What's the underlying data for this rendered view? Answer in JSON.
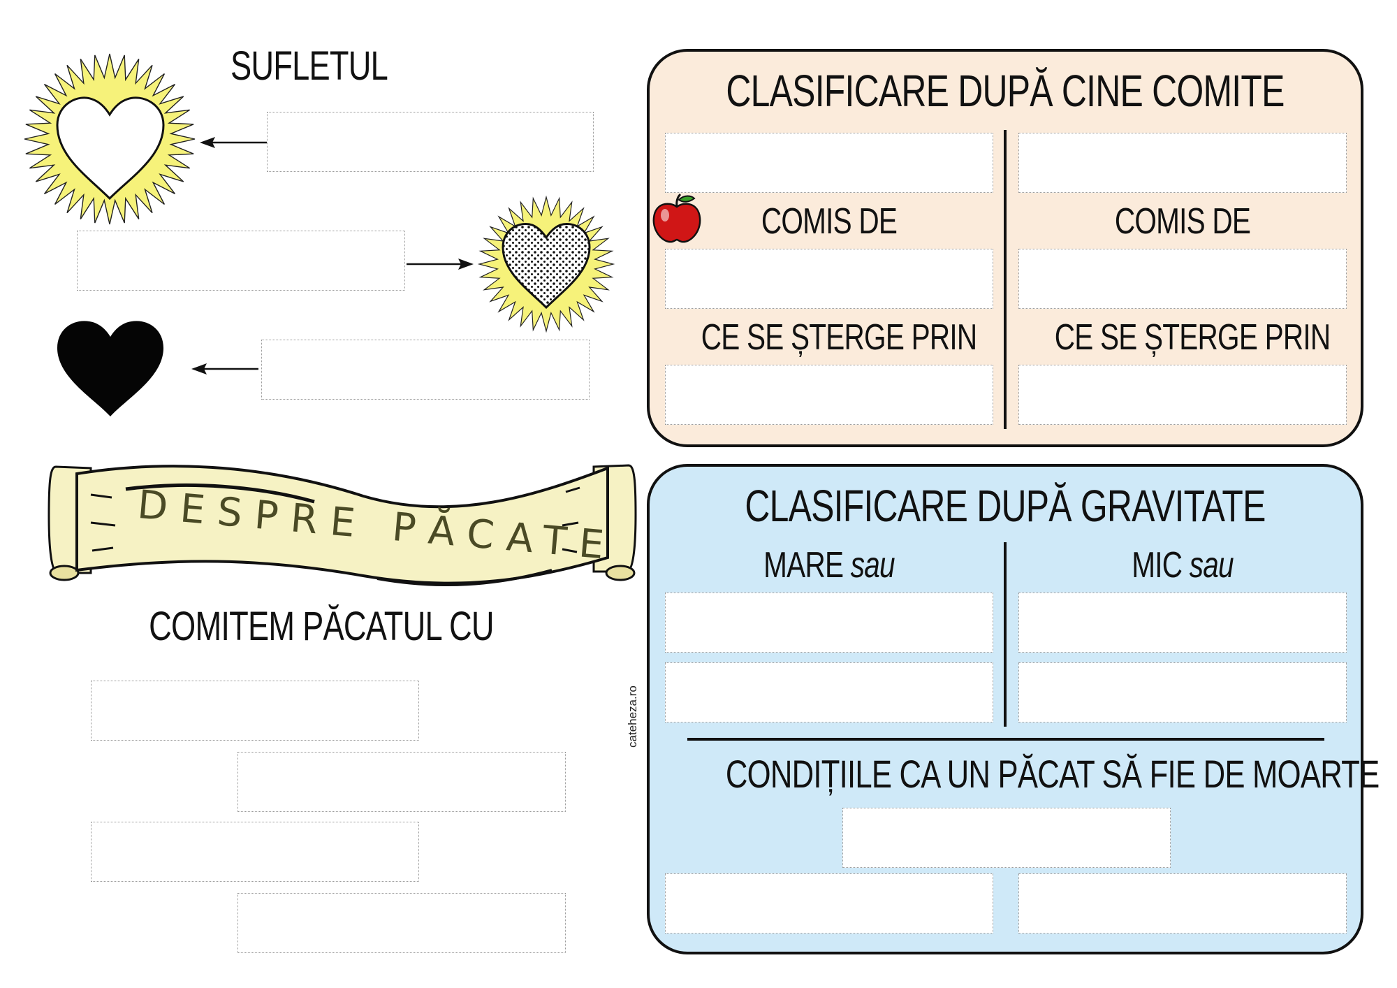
{
  "left": {
    "soul_title": "SUFLETUL",
    "banner_text": "DESPRE PĂCATE",
    "commit_title": "COMITEM PĂCATUL CU",
    "credit": "cateheza.ro"
  },
  "panel_who": {
    "title": "CLASIFICARE DUPĂ CINE COMITE",
    "col1_committed_by": "COMIS DE",
    "col1_erased_by": "CE SE ȘTERGE PRIN",
    "col2_committed_by": "COMIS DE",
    "col2_erased_by": "CE SE ȘTERGE PRIN"
  },
  "panel_gravity": {
    "title": "CLASIFICARE DUPĂ GRAVITATE",
    "col1_word": "MARE",
    "col1_or": "sau",
    "col2_word": "MIC",
    "col2_or": "sau",
    "conditions_title": "CONDIȚIILE CA UN PĂCAT SĂ FIE DE MOARTE"
  },
  "colors": {
    "panel_who_bg": "#fbebdb",
    "panel_gravity_bg": "#cfe9f8",
    "halo": "#f6f27a",
    "banner": "#f6f2c4",
    "banner_text": "#4a4a25",
    "apple": "#d01616"
  },
  "icons": [
    "radiant-heart-icon",
    "spotted-heart-icon",
    "black-heart-icon",
    "apple-icon",
    "scroll-banner"
  ]
}
